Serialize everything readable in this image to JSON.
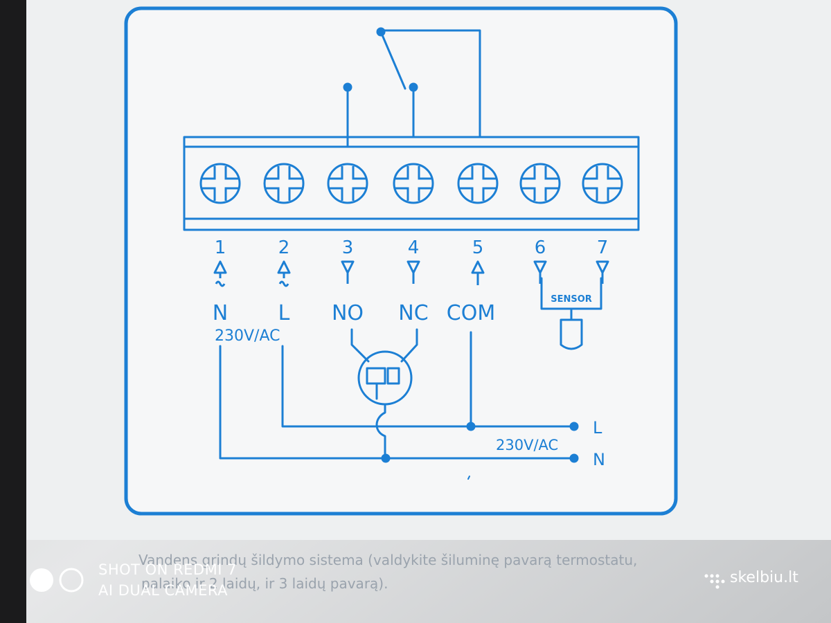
{
  "terminals": [
    {
      "number": "1",
      "arrow": "up",
      "tilde": true,
      "label": "N"
    },
    {
      "number": "2",
      "arrow": "up",
      "tilde": true,
      "label": "L"
    },
    {
      "number": "3",
      "arrow": "down",
      "tilde": false,
      "label": "NO"
    },
    {
      "number": "4",
      "arrow": "down",
      "tilde": false,
      "label": "NC"
    },
    {
      "number": "5",
      "arrow": "up",
      "tilde": false,
      "label": "COM"
    },
    {
      "number": "6",
      "arrow": "down",
      "tilde": false,
      "label": ""
    },
    {
      "number": "7",
      "arrow": "down",
      "tilde": false,
      "label": ""
    }
  ],
  "supply_label_left": "230V/AC",
  "sensor_label": "SENSOR",
  "mains": {
    "line_label": "L",
    "neutral_label": "N",
    "voltage_label": "230V/AC"
  },
  "caption": {
    "line1": "Vandens grindų šildymo sistema (valdykite šiluminę pavarą termostatu,",
    "line2": "palaiko ir 2 laidų, ir 3 laidų pavarą)."
  },
  "watermark": {
    "line1": "SHOT ON REDMI 7",
    "line2": "AI DUAL CAMERA"
  },
  "brand": "skelbiu.lt",
  "colors": {
    "ink": "#1c7fd4",
    "paper": "#f3f4f5",
    "background": "#d9dadb",
    "caption": "#9aa3ad"
  }
}
